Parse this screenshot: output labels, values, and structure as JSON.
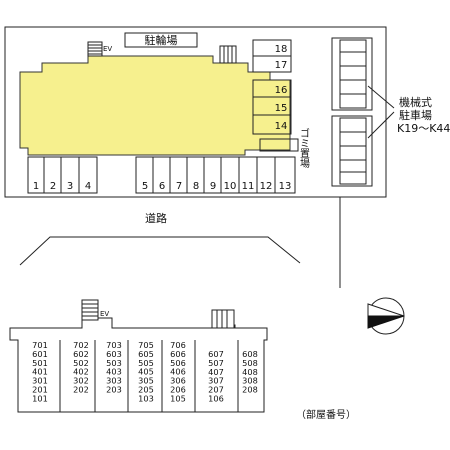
{
  "labels": {
    "bicycle_parking": "駐輪場",
    "ev": "EV",
    "ev_lower": "EV",
    "garbage": "ゴミ置場",
    "mechanical_parking_line1": "機械式",
    "mechanical_parking_line2": "駐車場",
    "mechanical_parking_range": "K19～K44",
    "road": "道路",
    "room_numbers_caption": "（部屋番号）"
  },
  "parking_slots": {
    "right_stack": [
      "18",
      "17",
      "16",
      "15",
      "14"
    ],
    "bottom_row": [
      "1",
      "2",
      "3",
      "4",
      "5",
      "6",
      "7",
      "8",
      "9",
      "10",
      "11",
      "12",
      "13"
    ]
  },
  "room_columns": [
    [
      "701",
      "601",
      "501",
      "401",
      "301",
      "201",
      "101"
    ],
    [
      "702",
      "602",
      "502",
      "402",
      "302",
      "202"
    ],
    [
      "703",
      "603",
      "503",
      "403",
      "303",
      "203"
    ],
    [
      "705",
      "605",
      "505",
      "405",
      "305",
      "205",
      "103"
    ],
    [
      "706",
      "606",
      "506",
      "406",
      "306",
      "206",
      "105"
    ],
    [
      "607",
      "507",
      "407",
      "307",
      "207",
      "106"
    ],
    [
      "608",
      "508",
      "408",
      "308",
      "208"
    ]
  ],
  "compass": {
    "icon": "north-arrow-icon",
    "direction": "east"
  }
}
